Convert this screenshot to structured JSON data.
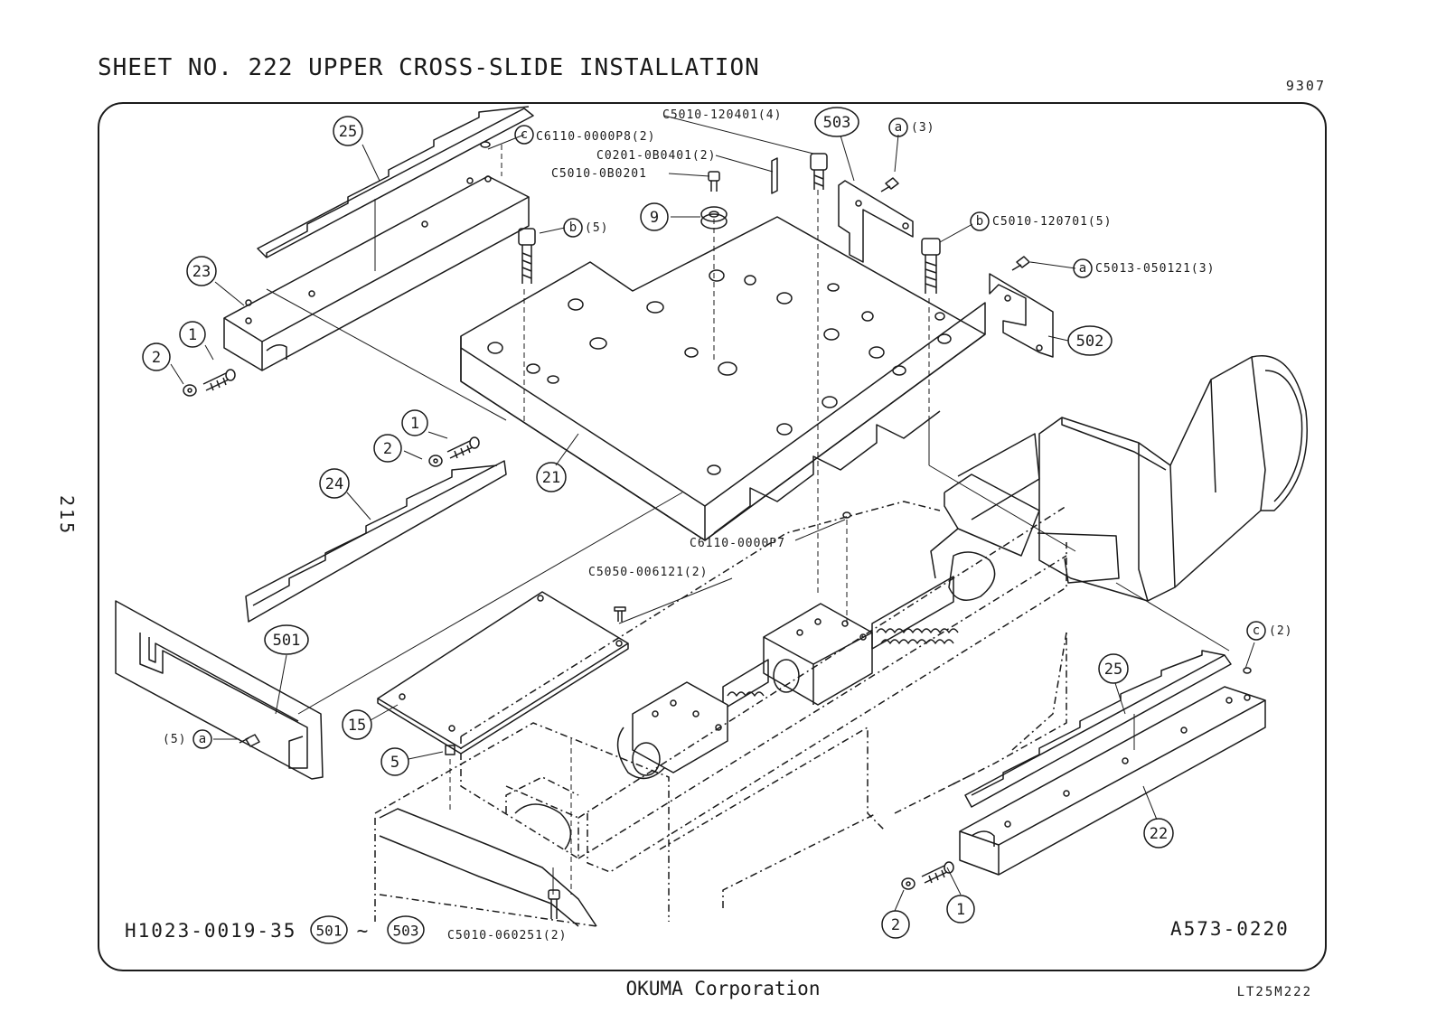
{
  "header": {
    "sheet_title": "SHEET NO. 222  UPPER CROSS-SLIDE INSTALLATION",
    "page_code": "9307",
    "page_number": "215"
  },
  "callouts": {
    "c25_top": "25",
    "c23": "23",
    "c1_left_upper": "1",
    "c2_left_upper": "2",
    "c1_mid": "1",
    "c2_mid": "2",
    "c24": "24",
    "c21": "21",
    "c9": "9",
    "cb_small": "b",
    "c503": "503",
    "c502": "502",
    "ca_top": "a",
    "cb_right": "b",
    "ca_right": "a",
    "cc_top": "c",
    "cc_right": "c",
    "c501": "501",
    "ca_left": "a",
    "c15": "15",
    "c5": "5",
    "c25_right": "25",
    "c22": "22",
    "c2_bottom": "2",
    "c1_bottom": "1",
    "c501_ref": "501",
    "c503_ref": "503"
  },
  "part_labels": {
    "c6110_p8": "C6110-0000P8(2)",
    "c5010_120401": "C5010-120401(4)",
    "c0201": "C0201-0B0401(2)",
    "c5010_080201": "C5010-0B0201",
    "b5_qty": "(5)",
    "a3_qty": "(3)",
    "c5010_120701": "C5010-120701(5)",
    "c5013": "C5013-050121(3)",
    "c6110_p7": "C6110-0000P7",
    "c5050": "C5050-006121(2)",
    "c2_qty": "(2)",
    "a5_qty": "(5)",
    "c5010_060251": "C5010-060251(2)"
  },
  "footer": {
    "assembly_ref_prefix": "H1023-0019-35",
    "range_tilde": "~",
    "drawing_number": "A573-0220",
    "company": "OKUMA Corporation",
    "drawing_code": "LT25M222"
  }
}
